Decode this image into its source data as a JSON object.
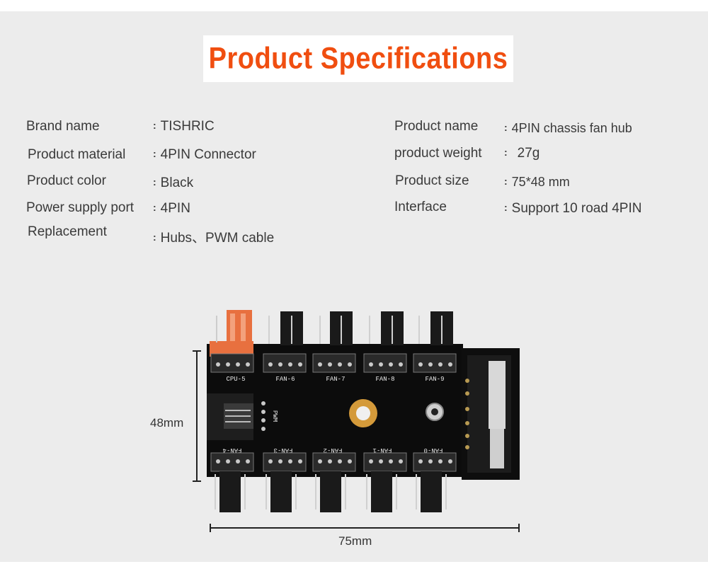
{
  "title": "Product Specifications",
  "specs_left": [
    {
      "label": "Brand name",
      "value": "TISHRIC"
    },
    {
      "label": "Product material",
      "value": "4PIN Connector"
    },
    {
      "label": "Product color",
      "value": "Black"
    },
    {
      "label": "Power supply port",
      "value": "4PIN"
    },
    {
      "label": "Replacement",
      "value": "Hubs、PWM cable"
    }
  ],
  "specs_right": [
    {
      "label": "Product name",
      "value": "4PIN chassis fan hub"
    },
    {
      "label": "product weight",
      "value": "27g"
    },
    {
      "label": "Product size",
      "value": "75*48 mm"
    },
    {
      "label": "Interface",
      "value": "Support 10 road 4PIN"
    }
  ],
  "dimensions": {
    "height": "48mm",
    "width": "75mm"
  },
  "board": {
    "top_ports": [
      "CPU-5",
      "FAN-6",
      "FAN-7",
      "FAN-8",
      "FAN-9"
    ],
    "bottom_ports": [
      "FAN-4",
      "FAN-3",
      "FAN-2",
      "FAN-1",
      "FAN-0"
    ],
    "side_label": "PWM"
  },
  "colors": {
    "accent": "#f04e10",
    "panel_bg": "#ececec",
    "board": "#0c0c0c",
    "cpu_connector": "#e8703f"
  }
}
